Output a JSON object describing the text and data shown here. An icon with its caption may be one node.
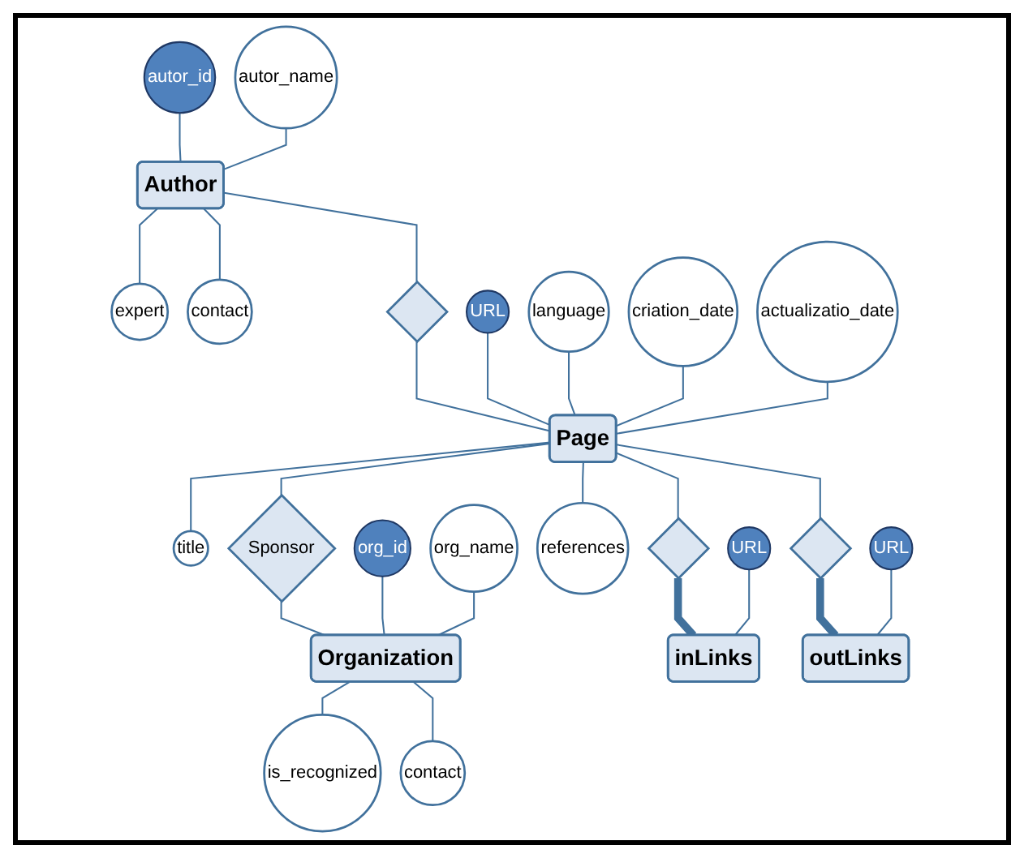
{
  "diagram": {
    "nodes": [
      {
        "text": [
          "autor_id"
        ]
      },
      {
        "text": [
          "autor_name"
        ]
      },
      {
        "text": [
          "Author"
        ]
      },
      {
        "text": [
          "expert"
        ]
      },
      {
        "text": [
          "contact"
        ]
      },
      {
        "text": [],
        "shape": "diamond"
      },
      {
        "text": [
          "URL"
        ]
      },
      {
        "text": [
          "language"
        ]
      },
      {
        "text": [
          "criation_date"
        ]
      },
      {
        "text": [
          "title"
        ]
      },
      {
        "text": [
          "Page"
        ]
      },
      {
        "text": [
          "Sponsor"
        ]
      },
      {
        "text": [
          "actualizatio_date"
        ]
      },
      {
        "text": [
          "org_id"
        ]
      },
      {
        "text": [
          "org_name"
        ]
      },
      {
        "text": [
          "references"
        ]
      },
      {
        "text": [
          "Organization"
        ]
      },
      {
        "text": [],
        "shape": "diamond"
      },
      {
        "text": [],
        "shape": "diamond"
      },
      {
        "text": [
          "URL"
        ]
      },
      {
        "text": [
          "URL"
        ]
      },
      {
        "text": [
          "is_recognized"
        ]
      },
      {
        "text": [
          "contact"
        ]
      },
      {
        "text": [
          "inLinks"
        ]
      },
      {
        "text": [
          "outLinks"
        ]
      }
    ],
    "edges": [
      {
        "from": 0,
        "to": 2,
        "arrow": "none"
      },
      {
        "from": 1,
        "to": 2,
        "arrow": "none"
      },
      {
        "from": 2,
        "to": 3,
        "arrow": "none"
      },
      {
        "from": 2,
        "to": 4,
        "arrow": "none"
      },
      {
        "from": 2,
        "to": 5,
        "arrow": "none"
      },
      {
        "from": 5,
        "to": 10,
        "arrow": "none"
      },
      {
        "from": 6,
        "to": 10,
        "arrow": "none"
      },
      {
        "from": 7,
        "to": 10,
        "arrow": "none"
      },
      {
        "from": 8,
        "to": 10,
        "arrow": "none"
      },
      {
        "from": 10,
        "to": 9,
        "arrow": "none"
      },
      {
        "from": 12,
        "to": 10,
        "arrow": "none"
      },
      {
        "from": 10,
        "to": 11,
        "arrow": "none"
      },
      {
        "from": 11,
        "to": 16,
        "arrow": "none"
      },
      {
        "from": 13,
        "to": 16,
        "arrow": "none"
      },
      {
        "from": 14,
        "to": 16,
        "arrow": "none"
      },
      {
        "from": 10,
        "to": 15,
        "arrow": "none"
      },
      {
        "from": 10,
        "to": 17,
        "arrow": "none"
      },
      {
        "from": 10,
        "to": 18,
        "arrow": "none"
      },
      {
        "from": 17,
        "to": 23,
        "arrow": "none",
        "style": "thick"
      },
      {
        "from": 18,
        "to": 24,
        "arrow": "none",
        "style": "thick"
      },
      {
        "from": 19,
        "to": 23,
        "arrow": "none"
      },
      {
        "from": 20,
        "to": 24,
        "arrow": "none"
      },
      {
        "from": 16,
        "to": 21,
        "arrow": "none"
      },
      {
        "from": 16,
        "to": 22,
        "arrow": "none"
      }
    ]
  }
}
